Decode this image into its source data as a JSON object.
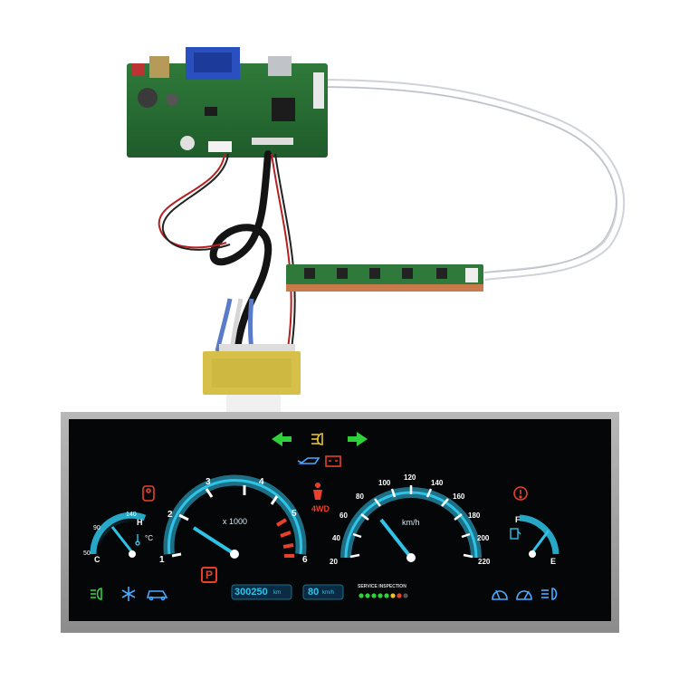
{
  "tachometer": {
    "ticks": [
      "1",
      "2",
      "3",
      "4",
      "5",
      "6"
    ],
    "multiplier": "x 1000"
  },
  "temperature": {
    "ticks": [
      "50",
      "90",
      "140"
    ],
    "h": "H",
    "c": "C",
    "unit": "°C"
  },
  "speedometer": {
    "ticks": [
      "20",
      "40",
      "60",
      "80",
      "100",
      "120",
      "140",
      "160",
      "180",
      "200",
      "220"
    ],
    "unit": "km/h"
  },
  "fuel": {
    "f": "F",
    "e": "E"
  },
  "status": {
    "odometer": "300250",
    "odometer_unit": "km",
    "speed": "80",
    "speed_unit": "km/h",
    "service_label": "SERVICE INSPECTION",
    "drive_mode": "4WD",
    "park": "P"
  },
  "colors": {
    "accent_cyan": "#2ec4e8",
    "warning_red": "#e8402a",
    "indicator_green": "#2fd13a",
    "indicator_yellow": "#e8c32a",
    "indicator_blue": "#4aa8ff"
  },
  "icons": [
    "left-arrow-icon",
    "headlight-icon",
    "right-arrow-icon",
    "oil-pressure-icon",
    "battery-icon",
    "seat-icon",
    "seatbelt-icon",
    "brake-warning-icon",
    "fog-light-icon",
    "snowflake-icon",
    "car-icon",
    "wiper-icon",
    "washer-icon",
    "high-beam-icon",
    "fuel-pump-icon",
    "thermometer-icon"
  ]
}
